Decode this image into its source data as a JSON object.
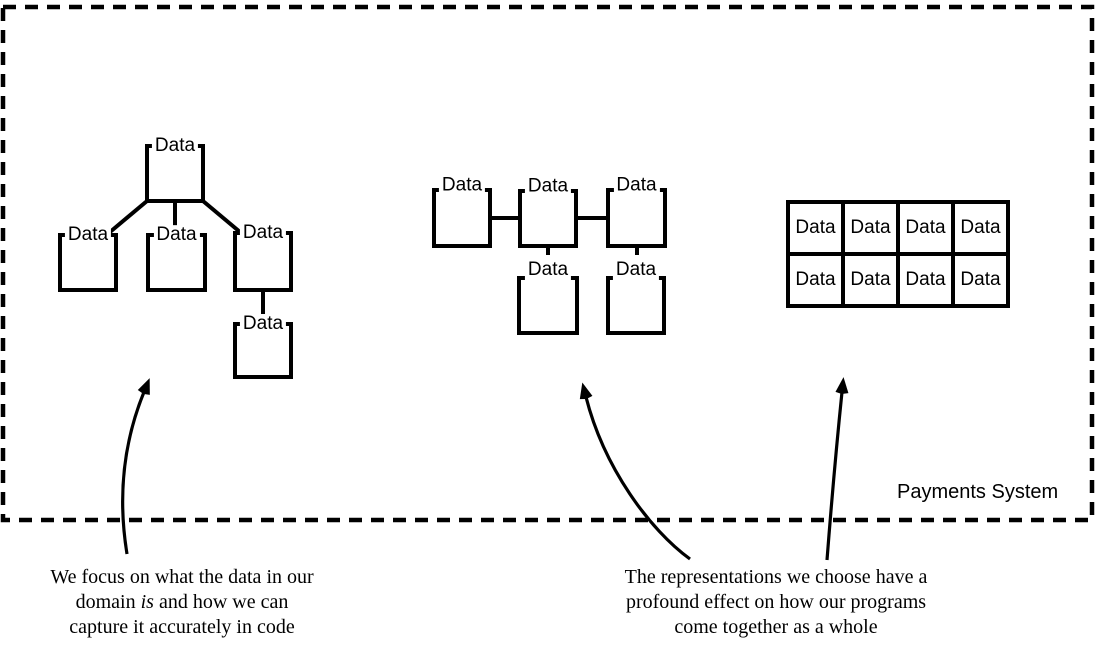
{
  "boundary": {
    "label": "Payments System"
  },
  "structures": {
    "tree": {
      "nodes": [
        "Data",
        "Data",
        "Data",
        "Data",
        "Data"
      ]
    },
    "linked": {
      "nodes": [
        "Data",
        "Data",
        "Data",
        "Data",
        "Data"
      ]
    },
    "grid": {
      "rows": [
        [
          "Data",
          "Data",
          "Data",
          "Data"
        ],
        [
          "Data",
          "Data",
          "Data",
          "Data"
        ]
      ]
    }
  },
  "annotations": {
    "left": {
      "line1": "We focus on what the data in our",
      "line2_pre": "domain ",
      "line2_italic": "is",
      "line2_post": " and how we can",
      "line3": "capture it accurately in code"
    },
    "right": {
      "line1": "The representations we choose have a",
      "line2": "profound effect on how our programs",
      "line3": "come together as a whole"
    }
  },
  "colors": {
    "line": "#000000",
    "background": "#ffffff"
  }
}
